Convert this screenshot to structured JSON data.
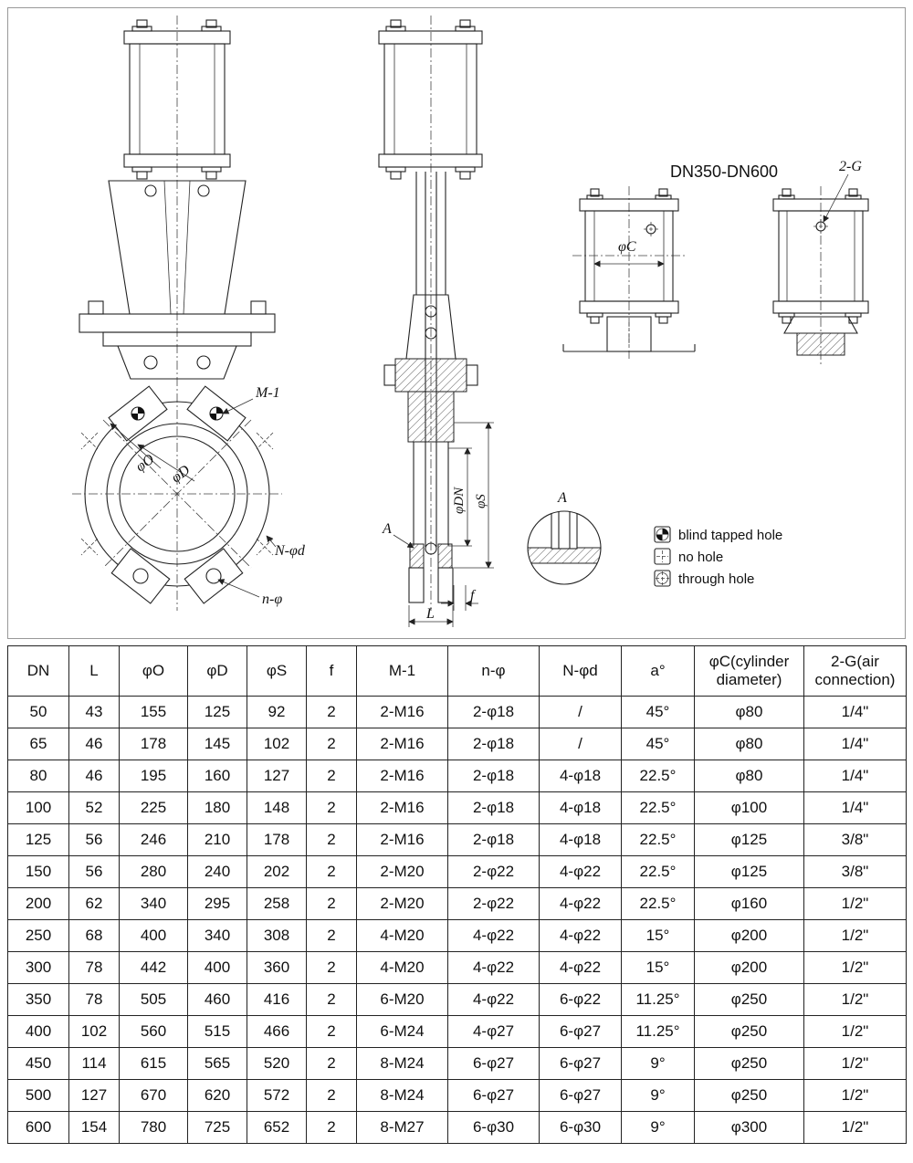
{
  "drawing": {
    "title_right": "DN350-DN600",
    "labels": {
      "m1": "M-1",
      "phi_o": "φO",
      "phi_d": "φD",
      "n_phi_d": "N-φd",
      "n_phi": "n-φ",
      "phi_dn": "φDN",
      "phi_s": "φS",
      "detail_marker": "A",
      "detail_title": "A",
      "dim_f": "f",
      "dim_l": "L",
      "phi_c": "φC",
      "two_g": "2-G"
    },
    "legend": [
      {
        "id": "blind-tapped-hole",
        "label": "blind tapped hole"
      },
      {
        "id": "no-hole",
        "label": "no hole"
      },
      {
        "id": "through-hole",
        "label": "through hole"
      }
    ]
  },
  "table": {
    "headers": [
      "DN",
      "L",
      "φO",
      "φD",
      "φS",
      "f",
      "M-1",
      "n-φ",
      "N-φd",
      "a°",
      "φC(cylinder diameter)",
      "2-G(air connection)"
    ],
    "rows": [
      [
        "50",
        "43",
        "155",
        "125",
        "92",
        "2",
        "2-M16",
        "2-φ18",
        "/",
        "45°",
        "φ80",
        "1/4\""
      ],
      [
        "65",
        "46",
        "178",
        "145",
        "102",
        "2",
        "2-M16",
        "2-φ18",
        "/",
        "45°",
        "φ80",
        "1/4\""
      ],
      [
        "80",
        "46",
        "195",
        "160",
        "127",
        "2",
        "2-M16",
        "2-φ18",
        "4-φ18",
        "22.5°",
        "φ80",
        "1/4\""
      ],
      [
        "100",
        "52",
        "225",
        "180",
        "148",
        "2",
        "2-M16",
        "2-φ18",
        "4-φ18",
        "22.5°",
        "φ100",
        "1/4\""
      ],
      [
        "125",
        "56",
        "246",
        "210",
        "178",
        "2",
        "2-M16",
        "2-φ18",
        "4-φ18",
        "22.5°",
        "φ125",
        "3/8\""
      ],
      [
        "150",
        "56",
        "280",
        "240",
        "202",
        "2",
        "2-M20",
        "2-φ22",
        "4-φ22",
        "22.5°",
        "φ125",
        "3/8\""
      ],
      [
        "200",
        "62",
        "340",
        "295",
        "258",
        "2",
        "2-M20",
        "2-φ22",
        "4-φ22",
        "22.5°",
        "φ160",
        "1/2\""
      ],
      [
        "250",
        "68",
        "400",
        "340",
        "308",
        "2",
        "4-M20",
        "4-φ22",
        "4-φ22",
        "15°",
        "φ200",
        "1/2\""
      ],
      [
        "300",
        "78",
        "442",
        "400",
        "360",
        "2",
        "4-M20",
        "4-φ22",
        "4-φ22",
        "15°",
        "φ200",
        "1/2\""
      ],
      [
        "350",
        "78",
        "505",
        "460",
        "416",
        "2",
        "6-M20",
        "4-φ22",
        "6-φ22",
        "11.25°",
        "φ250",
        "1/2\""
      ],
      [
        "400",
        "102",
        "560",
        "515",
        "466",
        "2",
        "6-M24",
        "4-φ27",
        "6-φ27",
        "11.25°",
        "φ250",
        "1/2\""
      ],
      [
        "450",
        "114",
        "615",
        "565",
        "520",
        "2",
        "8-M24",
        "6-φ27",
        "6-φ27",
        "9°",
        "φ250",
        "1/2\""
      ],
      [
        "500",
        "127",
        "670",
        "620",
        "572",
        "2",
        "8-M24",
        "6-φ27",
        "6-φ27",
        "9°",
        "φ250",
        "1/2\""
      ],
      [
        "600",
        "154",
        "780",
        "725",
        "652",
        "2",
        "8-M27",
        "6-φ30",
        "6-φ30",
        "9°",
        "φ300",
        "1/2\""
      ]
    ]
  }
}
